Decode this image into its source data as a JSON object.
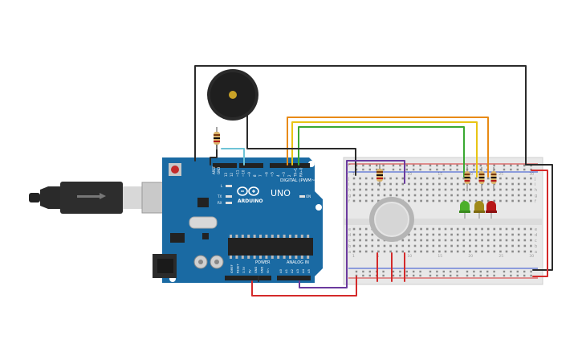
{
  "arduino": {
    "aref": "AREF",
    "gnd": "GND",
    "pins_top": [
      "13",
      "12",
      "~11",
      "~10",
      "~9",
      "8",
      "7",
      "~6",
      "~5",
      "4",
      "~3",
      "2",
      "TX→1",
      "RX←0"
    ],
    "digital_label": "DIGITAL (PWM~)",
    "brand": "ARDUINO",
    "model": "UNO",
    "led_l": "L",
    "led_tx": "TX",
    "led_rx": "RX",
    "led_on": "ON",
    "power_label": "POWER",
    "analog_label": "ANALOG IN",
    "power_pins": [
      "IOREF",
      "RESET",
      "3.3V",
      "5V",
      "GND",
      "GND",
      "Vin"
    ],
    "analog_pins": [
      "A0",
      "A1",
      "A2",
      "A3",
      "A4",
      "A5"
    ]
  },
  "breadboard": {
    "row_letters_top": [
      "j",
      "i",
      "h",
      "g",
      "f"
    ],
    "row_letters_bottom": [
      "e",
      "d",
      "c",
      "b",
      "a"
    ],
    "column_numbers": [
      "1",
      "5",
      "10",
      "15",
      "20",
      "25",
      "30"
    ],
    "plus": "+",
    "minus": "-"
  },
  "colors": {
    "board": "#1a6aa3",
    "breadboard": "#e8e8e8",
    "wire_black": "#2b2b2b",
    "wire_red": "#d42a2a",
    "wire_orange": "#e88a14",
    "wire_yellow": "#e8c414",
    "wire_green": "#3aa832",
    "wire_purple": "#6b3a9e",
    "wire_cyan": "#6ec3d6",
    "led_green": "#4caf2a",
    "led_yellow": "#a08a1a",
    "led_red": "#b81818"
  }
}
